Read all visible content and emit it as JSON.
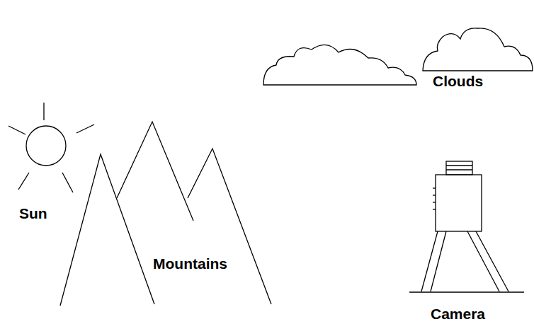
{
  "diagram": {
    "labels": [
      "Sun",
      "Mountains",
      "Clouds",
      "Camera"
    ]
  }
}
